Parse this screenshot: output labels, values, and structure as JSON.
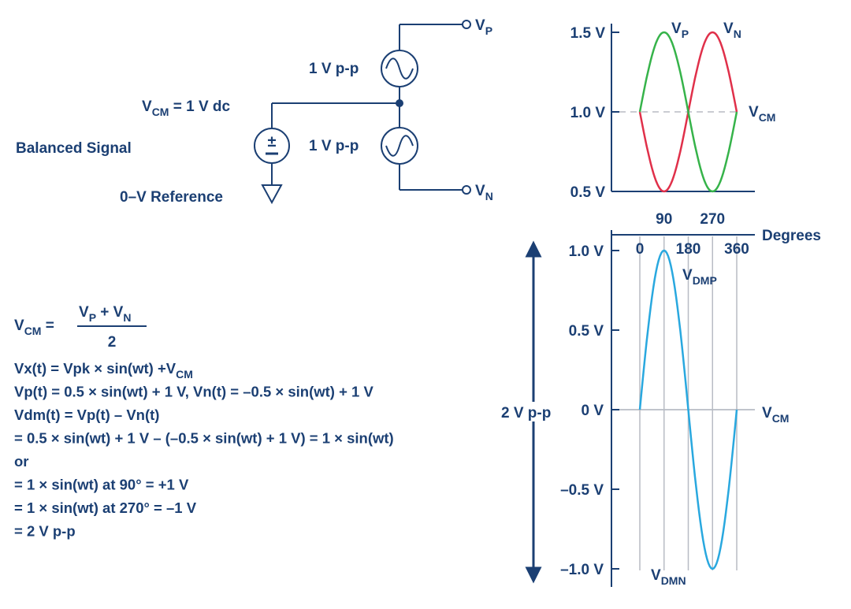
{
  "circuit": {
    "vp_label": "V",
    "vp_sub": "P",
    "vn_label": "V",
    "vn_sub": "N",
    "source_top": "1 V p-p",
    "source_bottom": "1 V p-p",
    "vcm_label": "V",
    "vcm_sub": "CM",
    "vcm_value": " = 1 V dc",
    "balanced_label": "Balanced Signal",
    "reference_label": "0–V Reference",
    "dc_symbol": "±"
  },
  "equations": {
    "vcm_lhs": "V",
    "vcm_lhs_sub": "CM",
    "vcm_eq": " = ",
    "num_vp": "V",
    "num_vp_sub": "P",
    "num_plus": " + V",
    "num_vn_sub": "N",
    "denominator": "2",
    "lines": [
      {
        "text": "Vx(t) = Vpk × sin(wt) +V",
        "sub": "CM"
      },
      {
        "text": "Vp(t) = 0.5 × sin(wt) + 1 V, Vn(t) = –0.5 × sin(wt) + 1 V",
        "sub": ""
      },
      {
        "text": "Vdm(t) = Vp(t) – Vn(t)",
        "sub": ""
      },
      {
        "text": "= 0.5 × sin(wt) + 1 V – (–0.5 × sin(wt) + 1 V) = 1 × sin(wt)",
        "sub": ""
      },
      {
        "text": "or",
        "sub": ""
      },
      {
        "text": "= 1 × sin(wt) at 90° = +1 V",
        "sub": ""
      },
      {
        "text": "= 1 × sin(wt) at 270° = –1 V",
        "sub": ""
      },
      {
        "text": "= 2 V p-p",
        "sub": ""
      }
    ]
  },
  "colors": {
    "text": "#1b3f73",
    "vp_trace": "#36b34a",
    "vn_trace": "#e0304a",
    "vdm_trace": "#29a8df",
    "grid": "#b8bcc4",
    "axis": "#1b3f73"
  },
  "top_plot": {
    "y_ticks": [
      "1.5 V",
      "1.0 V",
      "0.5 V"
    ],
    "y_values": [
      1.5,
      1.0,
      0.5
    ],
    "x_labels": [
      "90",
      "270"
    ],
    "x_values": [
      90,
      270
    ],
    "vp_label": "V",
    "vp_sub": "P",
    "vn_label": "V",
    "vn_sub": "N",
    "vcm_label": "V",
    "vcm_sub": "CM",
    "vp": {
      "offset": 1.0,
      "amplitude": 0.5
    },
    "vn": {
      "offset": 1.0,
      "amplitude": -0.5
    },
    "y_range": [
      0.5,
      1.5
    ],
    "x_range": [
      0,
      360
    ]
  },
  "bottom_plot": {
    "y_ticks": [
      "1.0 V",
      "0.5 V",
      "0 V",
      "–0.5 V",
      "–1.0 V"
    ],
    "y_values": [
      1.0,
      0.5,
      0,
      -0.5,
      -1.0
    ],
    "x_labels": [
      "0",
      "180",
      "360"
    ],
    "x_values": [
      0,
      180,
      360
    ],
    "x_axis_label": "Degrees",
    "vdmp_label": "V",
    "vdmp_sub": "DMP",
    "vdmn_label": "V",
    "vdmn_sub": "DMN",
    "vcm_label": "V",
    "vcm_sub": "CM",
    "span_label": "2 V p-p",
    "vdm": {
      "amplitude": 1.0
    },
    "y_range": [
      -1.0,
      1.0
    ],
    "x_range": [
      0,
      360
    ]
  }
}
